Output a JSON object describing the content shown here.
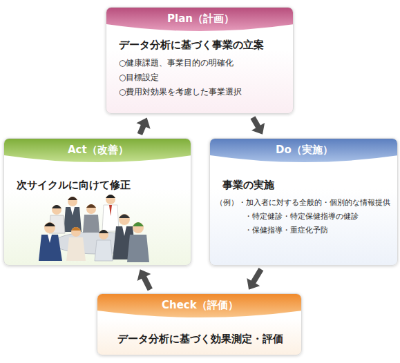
{
  "diagram": {
    "nodes": [
      {
        "text": [
          "Plan（計画）",
          "データ分析に基づく事業の立案",
          "○健康課題、事業目的の明確化",
          "○目標設定",
          "○費用対効果を考慮した事業選択"
        ]
      },
      {
        "text": [
          "Do（実施）",
          "事業の実施",
          "（例）・加入者に対する全般的・個別的な情報提供",
          "・特定健診・特定保健指導の健診",
          "・保健指導・重症化予防"
        ]
      },
      {
        "text": [
          "Check（評価）",
          "データ分析に基づく効果測定・評価"
        ]
      },
      {
        "text": [
          "Act（改善）",
          "次サイクルに向けて修正"
        ]
      }
    ],
    "edges": [
      {
        "from": 0,
        "to": 1,
        "arrow": "to"
      },
      {
        "from": 1,
        "to": 2,
        "arrow": "to"
      },
      {
        "from": 2,
        "to": 3,
        "arrow": "to"
      },
      {
        "from": 3,
        "to": 0,
        "arrow": "to"
      }
    ]
  }
}
